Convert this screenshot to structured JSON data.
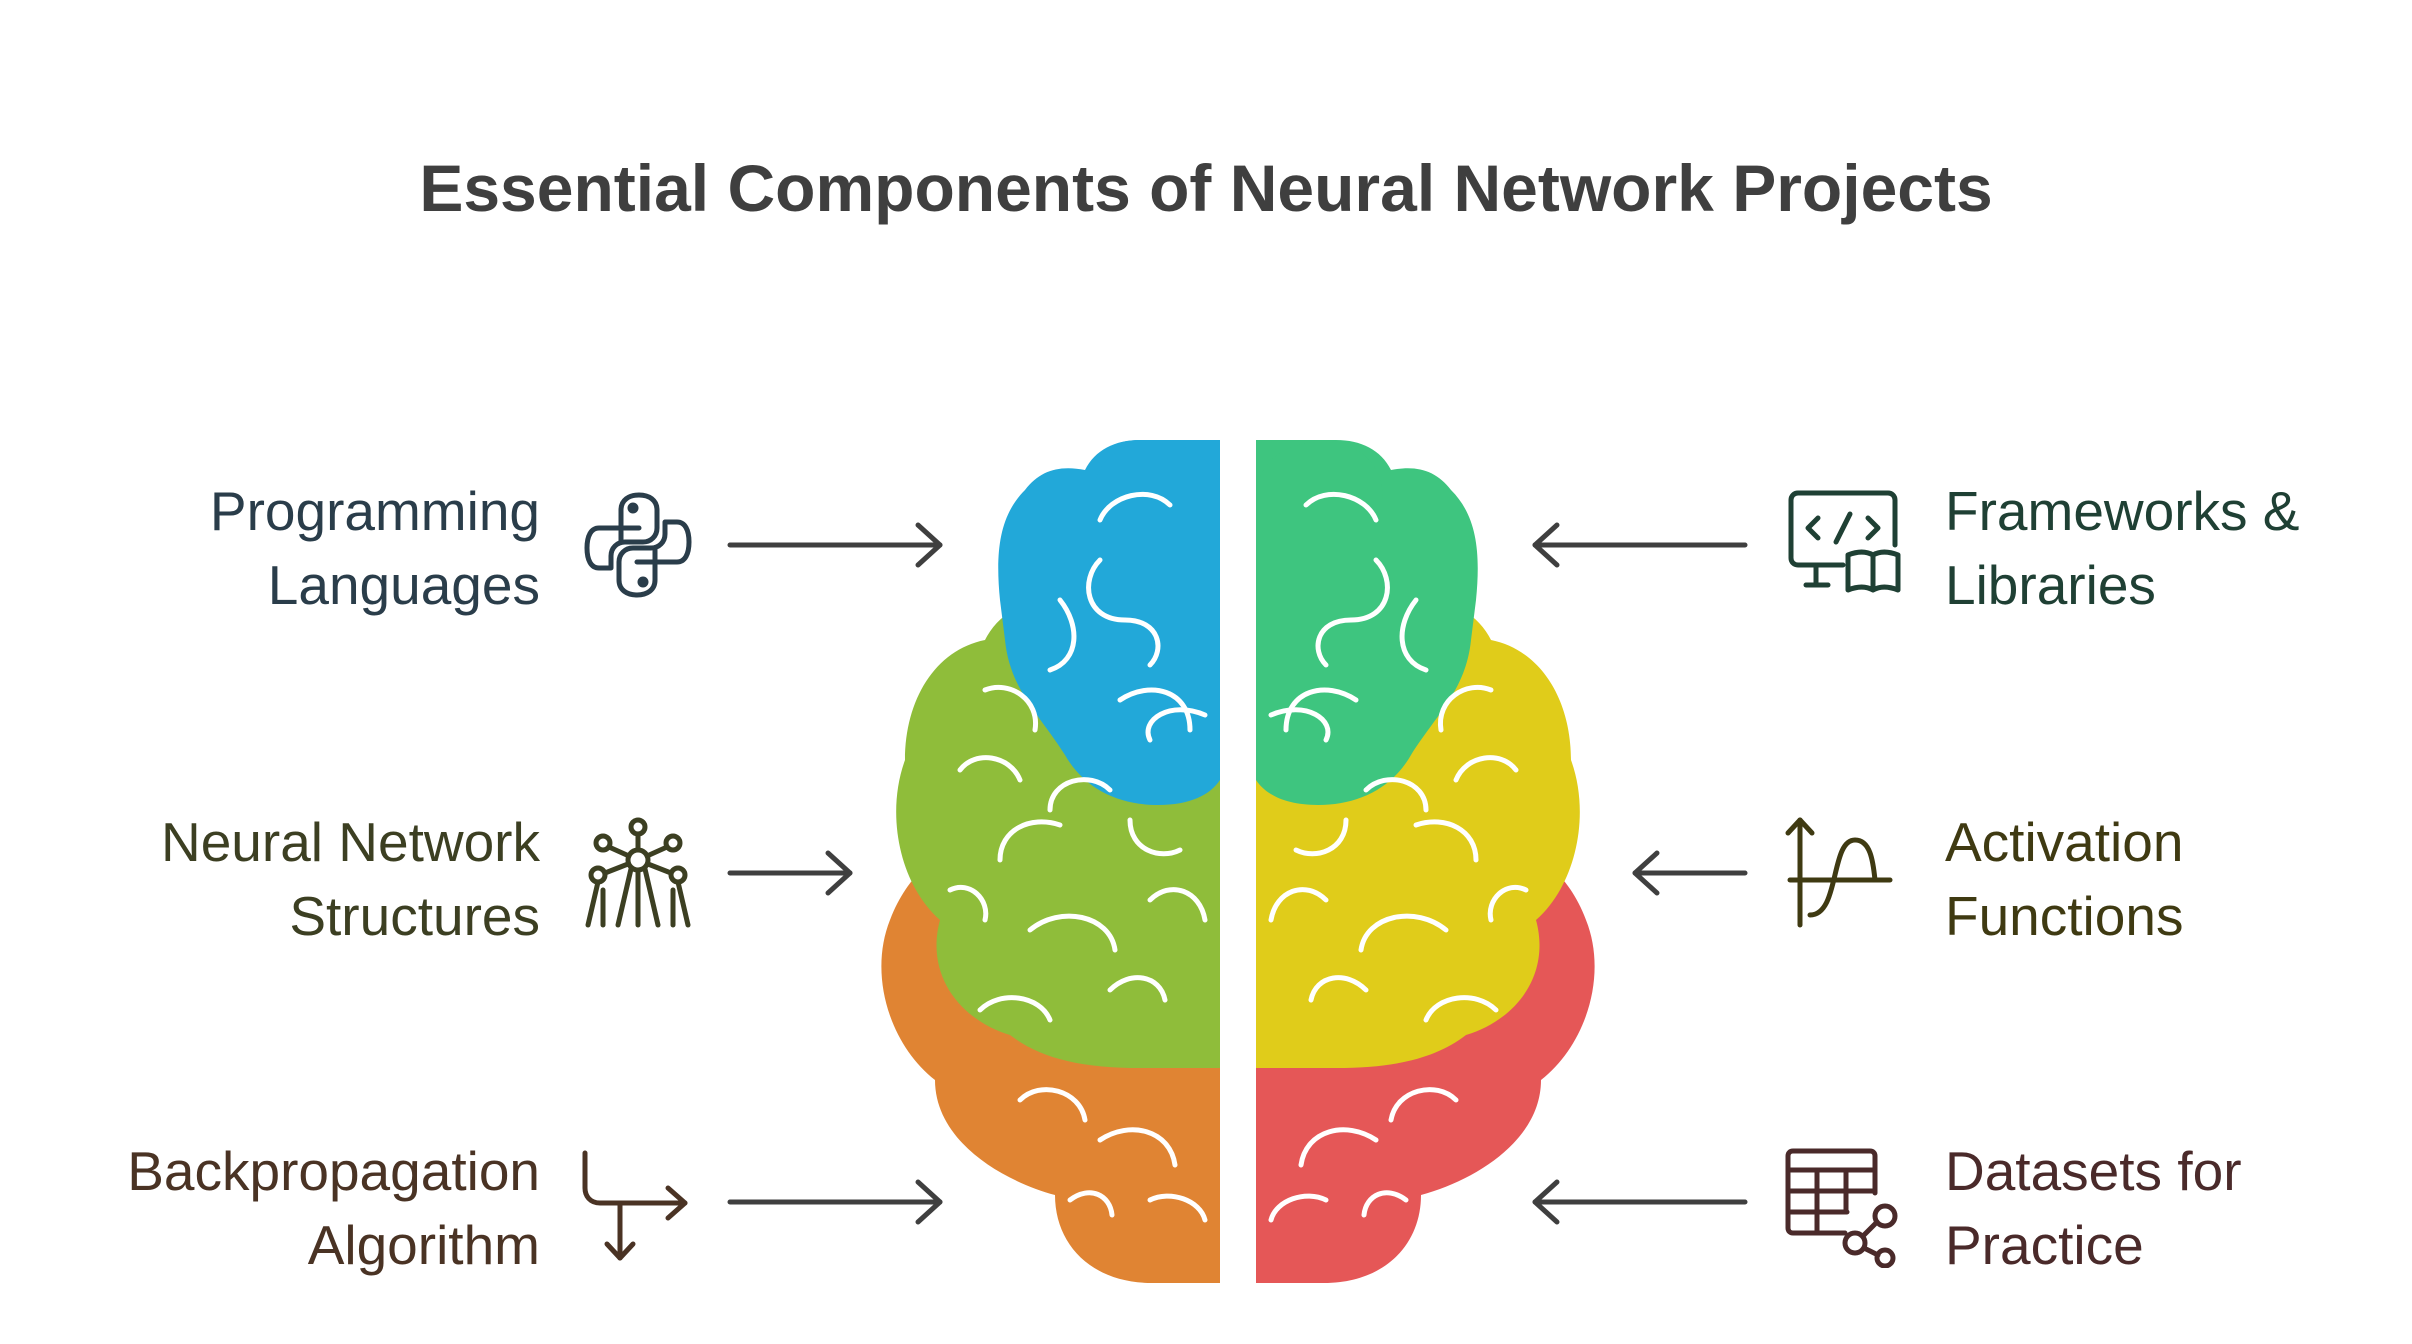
{
  "title": "Essential Components of Neural Network Projects",
  "colors": {
    "title": "#3f3f3f",
    "lobe_blue": "#22a8d9",
    "lobe_green_light": "#3ec57f",
    "lobe_green": "#8fbd3a",
    "lobe_yellow": "#e0cc1a",
    "lobe_orange": "#e08433",
    "lobe_red": "#e55757",
    "arrow": "#3f3f3f"
  },
  "items": {
    "programming": {
      "line1": "Programming",
      "line2": "Languages",
      "icon": "python-icon",
      "color": "#2a3d4a"
    },
    "structures": {
      "line1": "Neural Network",
      "line2": "Structures",
      "icon": "atomium-network-icon",
      "color": "#3c3f22"
    },
    "backprop": {
      "line1": "Backpropagation",
      "line2": "Algorithm",
      "icon": "branch-arrow-icon",
      "color": "#4a3324"
    },
    "frameworks": {
      "line1": "Frameworks &",
      "line2": "Libraries",
      "icon": "code-monitor-book-icon",
      "color": "#1f4034"
    },
    "activation": {
      "line1": "Activation",
      "line2": "Functions",
      "icon": "sigmoid-graph-icon",
      "color": "#3f3a12"
    },
    "datasets": {
      "line1": "Datasets for",
      "line2": "Practice",
      "icon": "table-share-icon",
      "color": "#4a2a2a"
    }
  }
}
